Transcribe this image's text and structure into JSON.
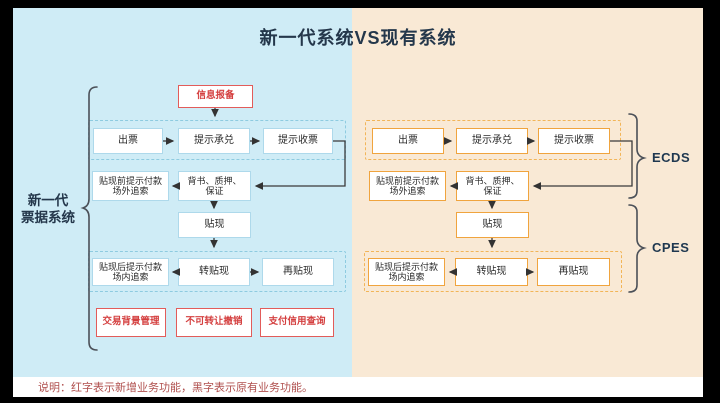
{
  "title": "新一代系统VS现有系统",
  "footer": {
    "note": "说明：红字表示新增业务功能，黑字表示原有业务功能。"
  },
  "left": {
    "system_label": {
      "line1": "新一代",
      "line2": "票据系统"
    },
    "info_box": "信息报备",
    "issue": "出票",
    "present_acceptance": "提示承兑",
    "present_collection": "提示收票",
    "pre_discount_recourse": {
      "line1": "贴现前提示付款",
      "line2": "场外追索"
    },
    "endorse": {
      "line1": "背书、质押、",
      "line2": "保证"
    },
    "discount": "贴现",
    "post_discount_recourse": {
      "line1": "贴现后提示付款",
      "line2": "场内追索"
    },
    "transfer_discount": "转贴现",
    "rediscount": "再贴现",
    "new_features": [
      "交易背景管理",
      "不可转让撤销",
      "支付信用查询"
    ]
  },
  "right": {
    "issue": "出票",
    "present_acceptance": "提示承兑",
    "present_collection": "提示收票",
    "pre_discount_recourse": {
      "line1": "贴现前提示付款",
      "line2": "场外追索"
    },
    "endorse": {
      "line1": "背书、质押、",
      "line2": "保证"
    },
    "discount": "贴现",
    "post_discount_recourse": {
      "line1": "贴现后提示付款",
      "line2": "场内追索"
    },
    "transfer_discount": "转贴现",
    "rediscount": "再贴现",
    "brace_ecds": "ECDS",
    "brace_cpes": "CPES"
  },
  "colors": {
    "panel_left_bg": "#cfecf6",
    "panel_right_bg": "#f9e9d5",
    "blue_box_border": "#aed9eb",
    "blue_dash_border": "#8ecbe0",
    "orange_box_border": "#f0a43e",
    "orange_dash_border": "#f2b558",
    "new_feature_red": "#d43f3f",
    "title_navy": "#24374b",
    "arrow_gray": "#3a3a3a"
  }
}
